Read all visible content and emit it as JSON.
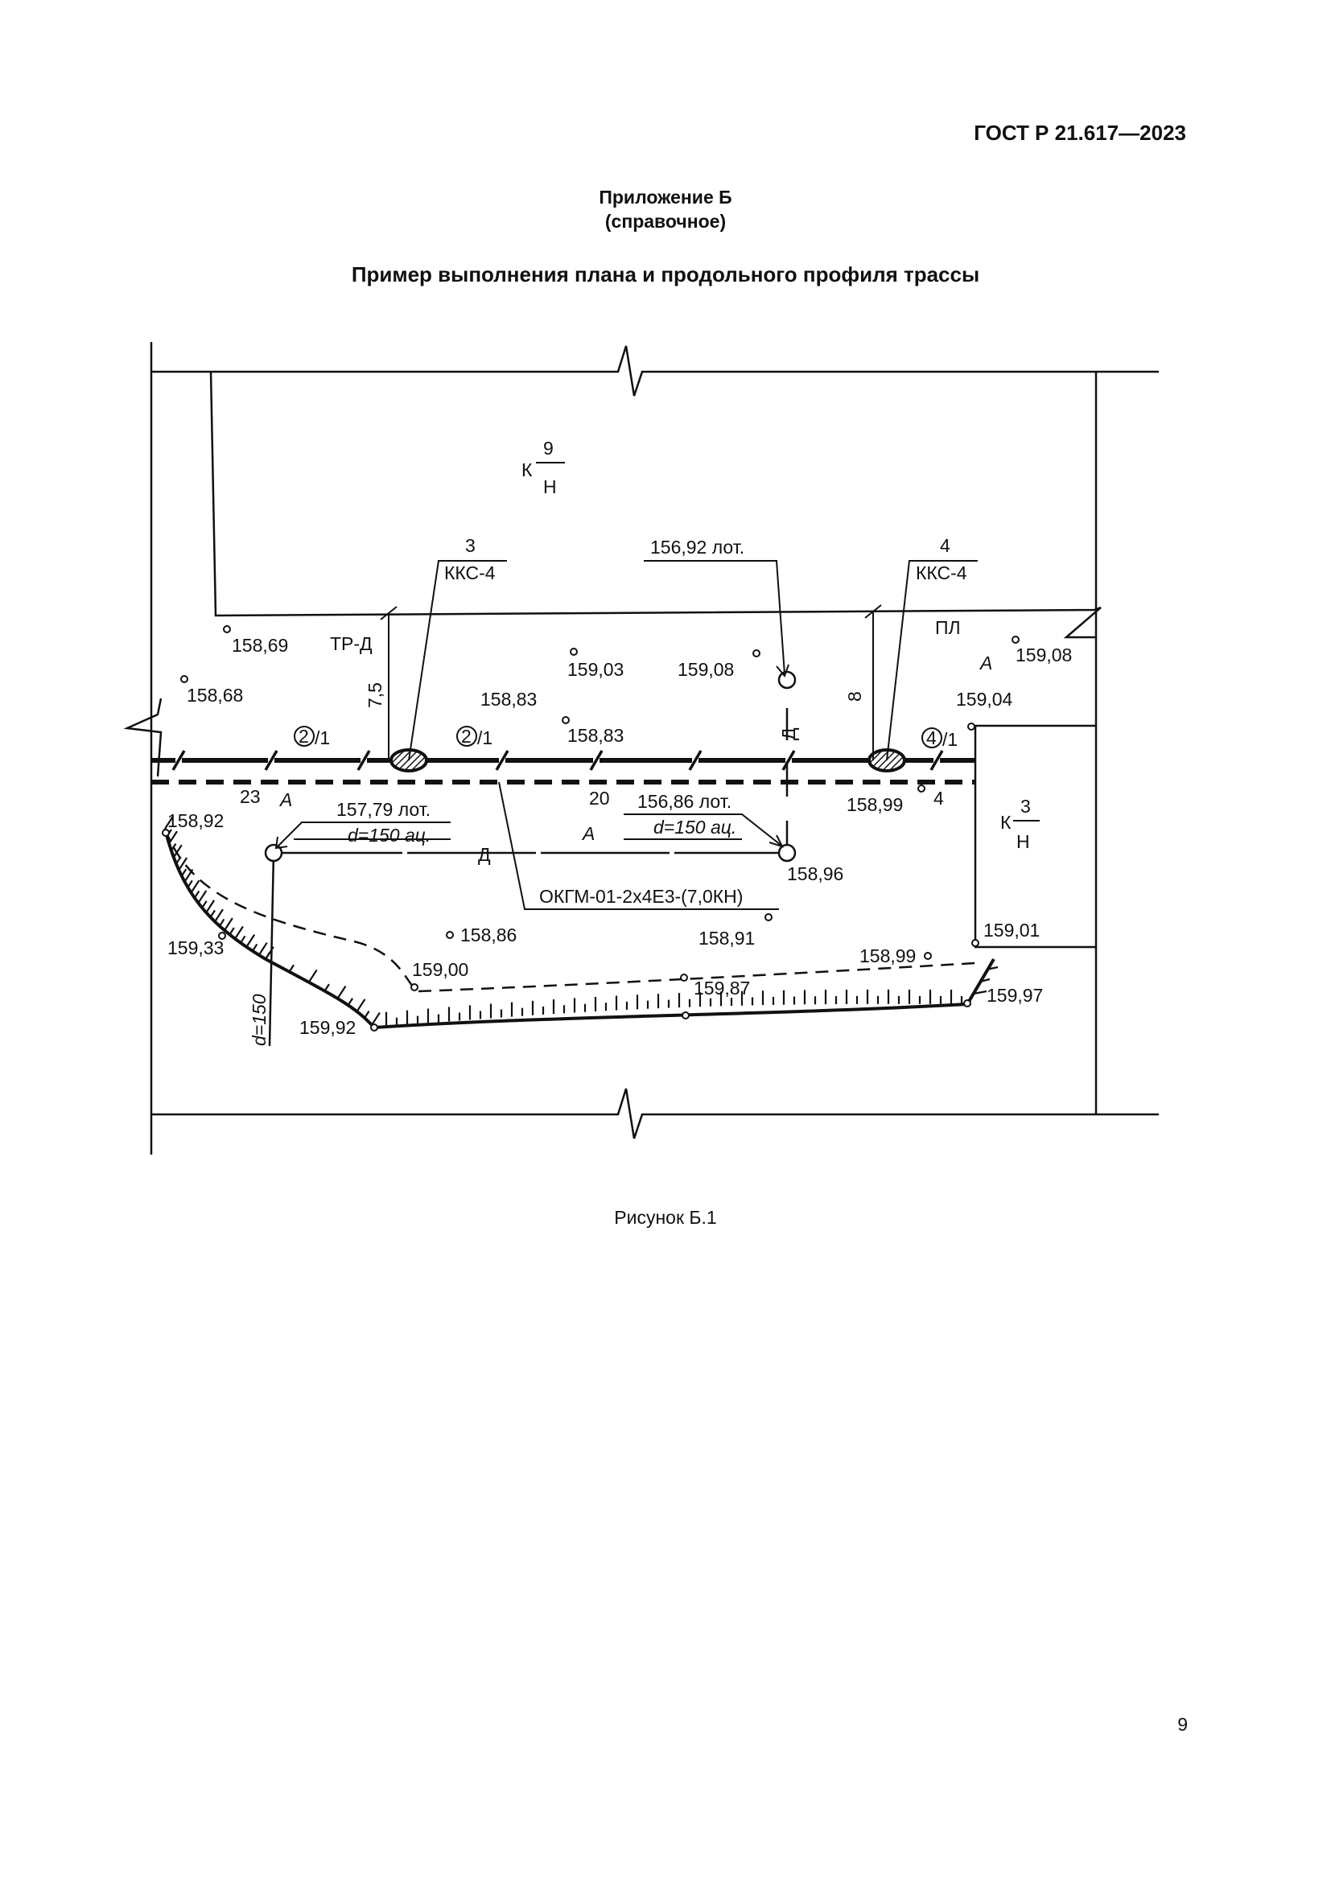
{
  "header": {
    "doc_code": "ГОСТ Р 21.617—2023"
  },
  "appendix": {
    "title": "Приложение Б",
    "type": "(справочное)",
    "heading": "Пример выполнения плана и продольного профиля трассы"
  },
  "drawing": {
    "building_top": {
      "prefix": "К",
      "numerator": "9",
      "denominator": "Н"
    },
    "building_right": {
      "prefix": "К",
      "numerator": "3",
      "denominator": "Н"
    },
    "well_3": {
      "number": "3",
      "type": "ККС-4"
    },
    "well_4": {
      "number": "4",
      "type": "ККС-4"
    },
    "drain_top_label": "156,92 лот.",
    "drain_left_label": "157,79 лот.",
    "drain_left_pipe": "d=150 ац.",
    "drain_right_label": "156,86 лот.",
    "drain_right_pipe": "d=150 ац.",
    "cable_label": "ОКГМ-01-2x4Е3-(7,0КН)",
    "labels": {
      "tr_d": "ТР-Д",
      "pl": "ПЛ",
      "d_mid": "Д",
      "d_vert": "Д",
      "dist_7_5": "7,5",
      "dist_8": "8",
      "d_150_vert": "d=150",
      "num_23": "23",
      "num_20": "20",
      "num_4": "4",
      "a1": "А",
      "a2": "А",
      "a3": "А"
    },
    "cable_marks": [
      {
        "num": "2",
        "sub": "/1"
      },
      {
        "num": "2",
        "sub": "/1"
      },
      {
        "num": "4",
        "sub": "/1"
      }
    ],
    "elevations": [
      "158,69",
      "158,68",
      "159,03",
      "159,08",
      "159,08",
      "158,83",
      "158,83",
      "159,04",
      "158,99",
      "158,92",
      "158,96",
      "159,33",
      "158,86",
      "158,91",
      "159,01",
      "159,00",
      "159,87",
      "158,99",
      "159,97",
      "159,92"
    ]
  },
  "figure": {
    "caption": "Рисунок Б.1"
  },
  "footer": {
    "page_number": "9"
  }
}
